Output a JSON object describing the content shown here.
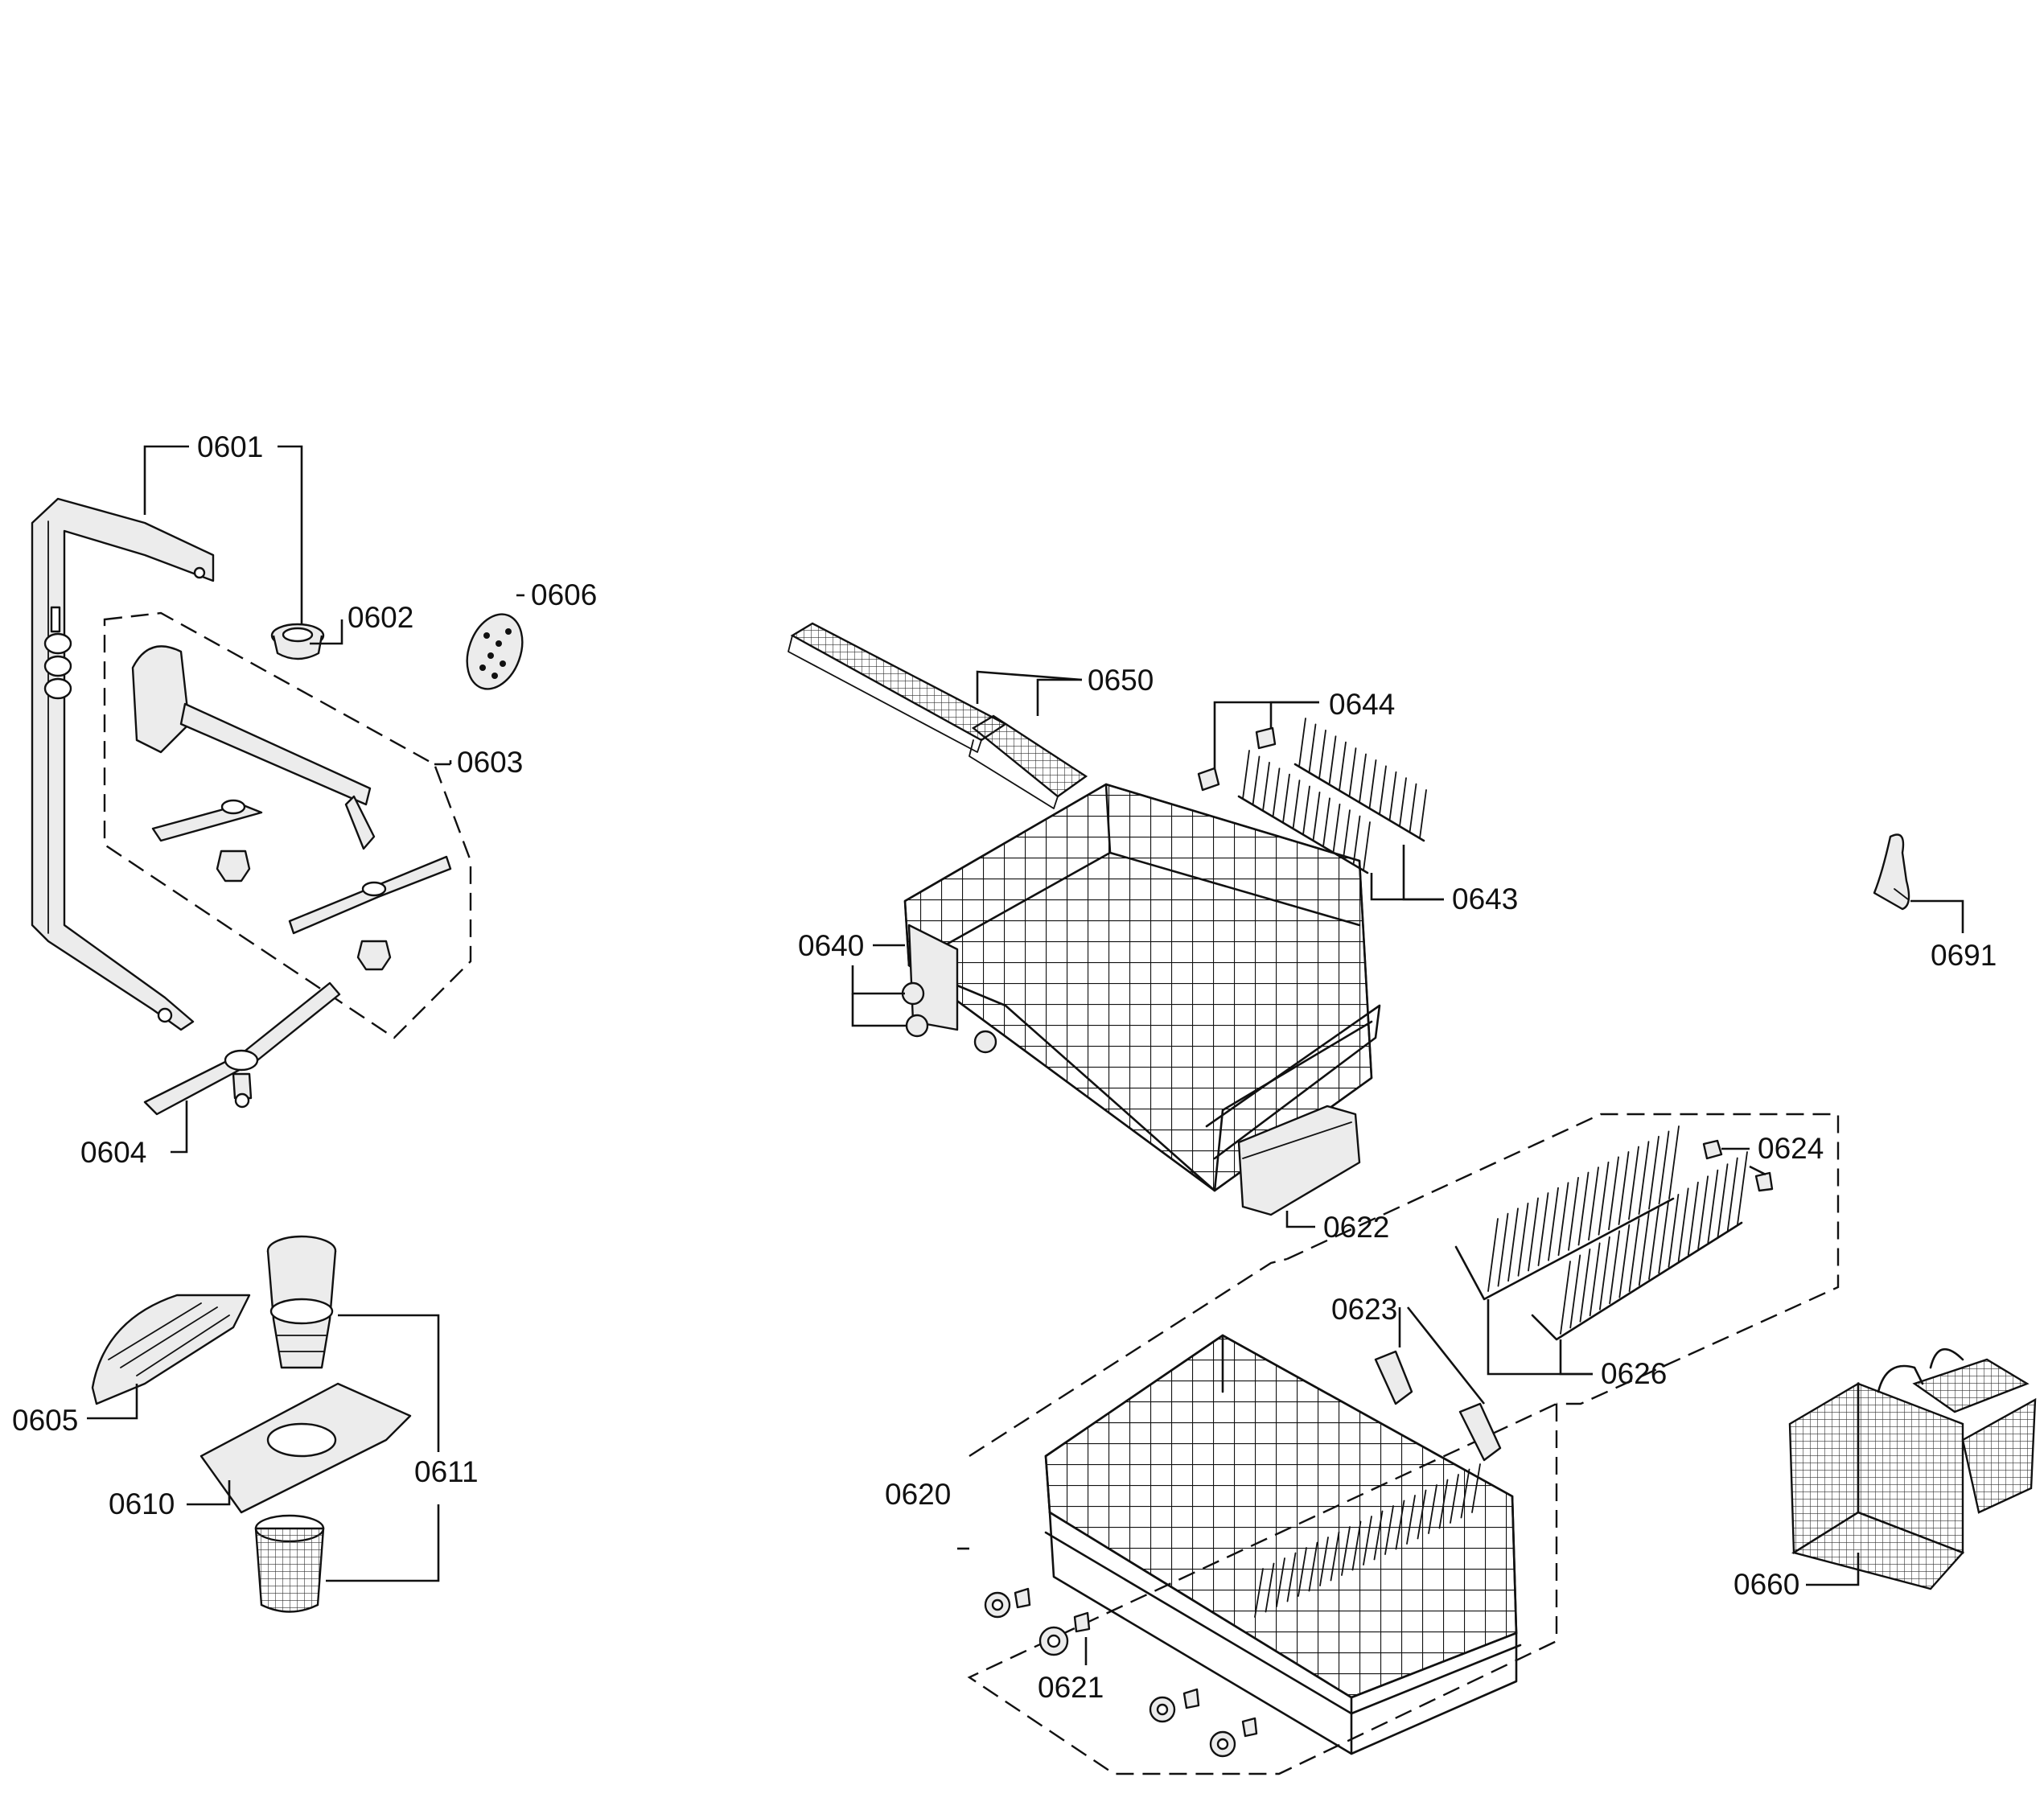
{
  "diagram": {
    "parts": [
      {
        "id": "p0601",
        "label": "0601",
        "name": "spray-arm-supply-pipe"
      },
      {
        "id": "p0602",
        "label": "0602",
        "name": "pipe-connector"
      },
      {
        "id": "p0603",
        "label": "0603",
        "name": "upper-spray-arm-assembly"
      },
      {
        "id": "p0604",
        "label": "0604",
        "name": "lower-spray-arm"
      },
      {
        "id": "p0605",
        "label": "0605",
        "name": "filter-cover"
      },
      {
        "id": "p0606",
        "label": "0606",
        "name": "spray-nozzle-disc"
      },
      {
        "id": "p0610",
        "label": "0610",
        "name": "fine-filter-plate"
      },
      {
        "id": "p0611",
        "label": "0611",
        "name": "filter-assembly"
      },
      {
        "id": "p0620",
        "label": "0620",
        "name": "lower-rack-assembly"
      },
      {
        "id": "p0621",
        "label": "0621",
        "name": "rack-wheel-set"
      },
      {
        "id": "p0622",
        "label": "0622",
        "name": "rack-handle"
      },
      {
        "id": "p0623",
        "label": "0623",
        "name": "tine-row-holder"
      },
      {
        "id": "p0624",
        "label": "0624",
        "name": "tine-clip"
      },
      {
        "id": "p0626",
        "label": "0626",
        "name": "folding-tine-rows"
      },
      {
        "id": "p0640",
        "label": "0640",
        "name": "upper-rack"
      },
      {
        "id": "p0643",
        "label": "0643",
        "name": "upper-tine-row"
      },
      {
        "id": "p0644",
        "label": "0644",
        "name": "tine-row-clip"
      },
      {
        "id": "p0650",
        "label": "0650",
        "name": "cup-shelf"
      },
      {
        "id": "p0660",
        "label": "0660",
        "name": "cutlery-basket"
      },
      {
        "id": "p0691",
        "label": "0691",
        "name": "rack-adjuster-lever"
      }
    ]
  }
}
